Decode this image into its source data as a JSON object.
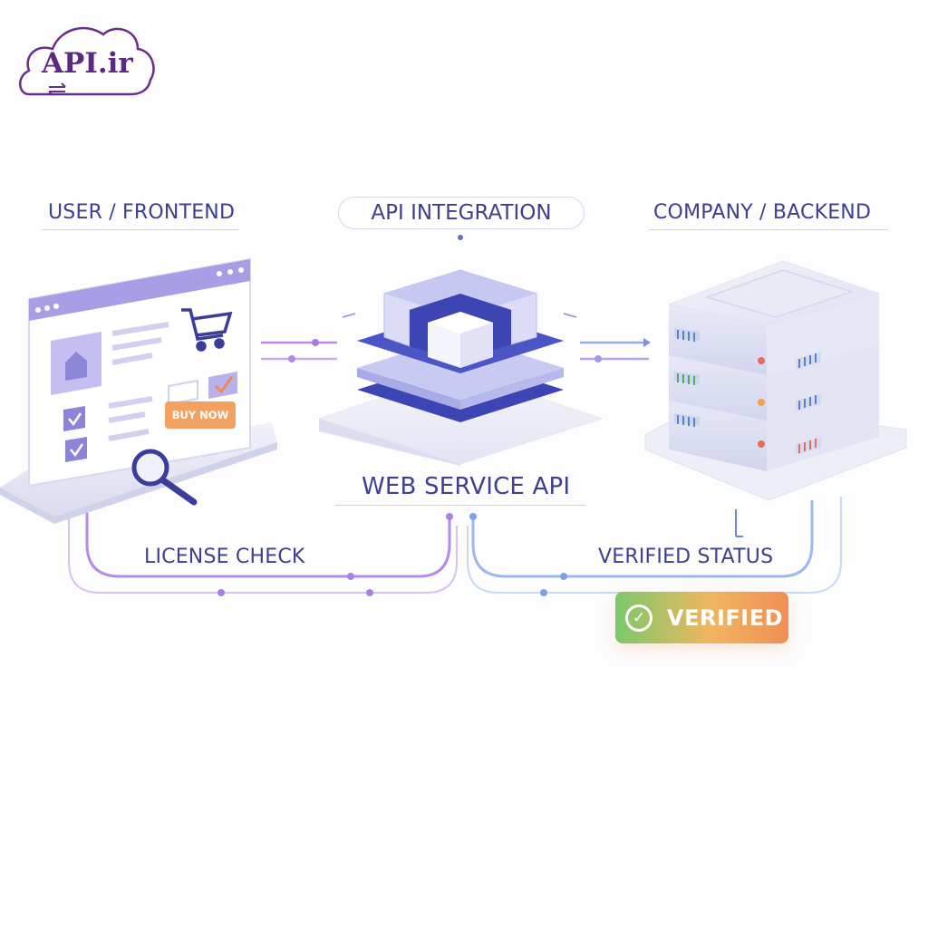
{
  "logo": {
    "text": "API.ir"
  },
  "labels": {
    "user_frontend": "USER / FRONTEND",
    "api_integration": "API INTEGRATION",
    "company_backend": "COMPANY / BACKEND",
    "web_service_api": "WEB SERVICE API",
    "license_check": "LICENSE CHECK",
    "verified_status": "VERIFIED STATUS"
  },
  "frontend": {
    "buy_button": "BUY NOW"
  },
  "badge": {
    "text": "VERIFIED",
    "check_glyph": "✓"
  },
  "colors": {
    "primary": "#3d3f8f",
    "purple_line": "#b68ee8",
    "blue_line": "#9db8ef",
    "badge_start": "#7bc96a",
    "badge_end": "#ef8f55",
    "buy_button": "#f2a160",
    "logo": "#5b2a7e"
  },
  "icons": [
    "cloud-icon",
    "sync-arrows-icon",
    "shopping-cart-icon",
    "magnifier-icon",
    "checkbox-icon",
    "api-cube-icon",
    "server-rack-icon",
    "checkmark-icon"
  ]
}
